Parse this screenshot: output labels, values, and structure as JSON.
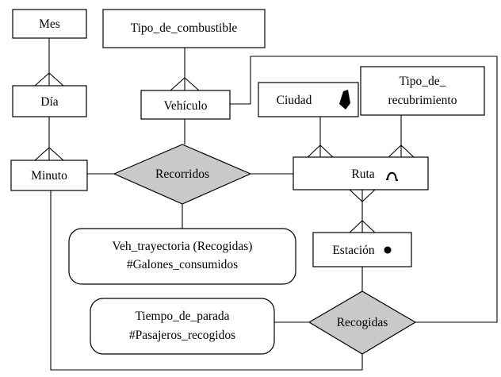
{
  "entities": {
    "mes": "Mes",
    "dia": "Día",
    "minuto": "Minuto",
    "tipo_combustible": "Tipo_de_combustible",
    "vehiculo": "Vehículo",
    "ciudad": "Ciudad",
    "tipo_recubrimiento_line1": "Tipo_de_",
    "tipo_recubrimiento_line2": "recubrimiento",
    "ruta": "Ruta",
    "estacion": "Estación"
  },
  "relationships": {
    "recorridos": "Recorridos",
    "recogidas": "Recogidas"
  },
  "attributes": {
    "recorridos_line1": "Veh_trayectoria (Recogidas)",
    "recorridos_line2": "#Galones_consumidos",
    "recogidas_line1": "Tiempo_de_parada",
    "recogidas_line2": "#Pasajeros_recogidos"
  },
  "icons": {
    "ciudad": "polygon-icon",
    "ruta": "line-icon",
    "estacion": "point-icon"
  },
  "colors": {
    "relationship_fill": "#c9c9c9"
  }
}
